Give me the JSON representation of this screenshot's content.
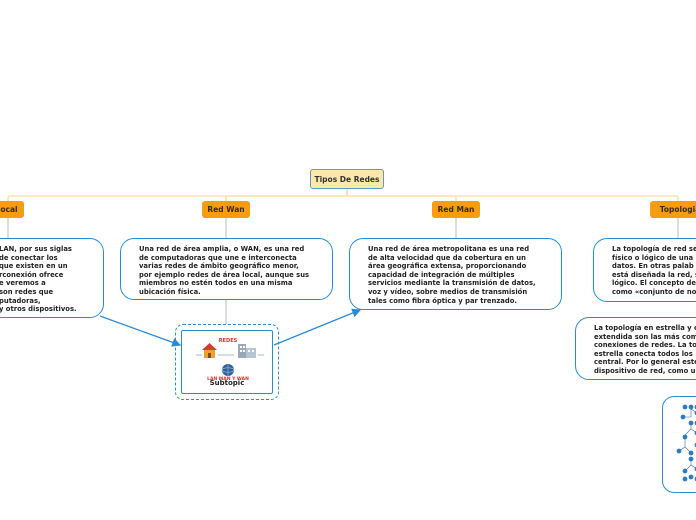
{
  "root": {
    "title": "Tipos De Redes"
  },
  "topics": [
    {
      "id": "local",
      "label": "ocal"
    },
    {
      "id": "wan",
      "label": "Red Wan"
    },
    {
      "id": "man",
      "label": "Red Man"
    },
    {
      "id": "topologia",
      "label": "Topologia"
    }
  ],
  "notes": {
    "local": [
      "LAN, por sus siglas",
      "de conectar los",
      "que existen en un",
      "rconexión ofrece",
      "e veremos a",
      "son redes que",
      "putadoras,",
      "y otros dispositivos."
    ],
    "wan": [
      "Una red de área amplia, o WAN, es una red",
      "de computadoras que une e interconecta",
      "varias redes de ámbito geográfico menor,",
      "por ejemplo redes de área local, aunque sus",
      "miembros no estén todos en una misma",
      "ubicación física."
    ],
    "man": [
      "Una red de área metropolitana es una red",
      "de alta velocidad que da cobertura en un",
      "área geográfica extensa, proporcionando",
      "capacidad de integración de múltiples",
      "servicios mediante la transmisión de datos,",
      "voz y vídeo, sobre medios de transmisión",
      "tales como fibra óptica y par trenzado."
    ],
    "topologia1": [
      "La topología de red se",
      "físico o lógico de una",
      "datos. En otras palab",
      "está diseñada la red, s",
      "lógico. El concepto de",
      "como «conjunto de no"
    ],
    "topologia2": [
      "La topología en estrella y c",
      "extendida son las más com",
      "conexiones de redes. La to",
      "estrella conecta todos los",
      "central. Por lo general este",
      "dispositivo de red, como u"
    ]
  },
  "subtopic": {
    "label": "Subtopic",
    "image_caption_top": "REDES",
    "image_caption_bottom": "LAN MAN Y WAN"
  }
}
